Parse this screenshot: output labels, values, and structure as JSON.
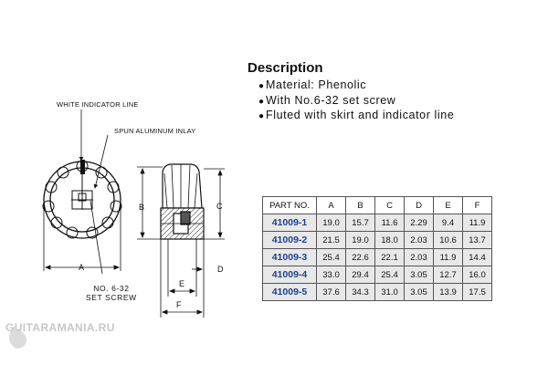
{
  "description": {
    "title": "Description",
    "items": [
      "Material: Phenolic",
      "With No.6-32 set screw",
      "Fluted with skirt and indicator line"
    ]
  },
  "drawing": {
    "white_indicator_line": "WHITE INDICATOR LINE",
    "spun_aluminum_inlay": "SPUN ALUMINUM INLAY",
    "set_screw_line1": "NO. 6-32",
    "set_screw_line2": "SET SCREW",
    "dims": {
      "a": "A",
      "b": "B",
      "c": "C",
      "d": "D",
      "e": "E",
      "f": "F"
    }
  },
  "table": {
    "headers": [
      "PART NO.",
      "A",
      "B",
      "C",
      "D",
      "E",
      "F"
    ],
    "rows": [
      {
        "part": "41009-1",
        "values": [
          "19.0",
          "15.7",
          "11.6",
          "2.29",
          "9.4",
          "11.9"
        ]
      },
      {
        "part": "41009-2",
        "values": [
          "21.5",
          "19.0",
          "18.0",
          "2.03",
          "10.6",
          "13.7"
        ]
      },
      {
        "part": "41009-3",
        "values": [
          "25.4",
          "22.6",
          "22.1",
          "2.03",
          "11.9",
          "14.4"
        ]
      },
      {
        "part": "41009-4",
        "values": [
          "33.0",
          "29.4",
          "25.4",
          "3.05",
          "12.7",
          "16.0"
        ]
      },
      {
        "part": "41009-5",
        "values": [
          "37.6",
          "34.3",
          "31.0",
          "3.05",
          "13.9",
          "17.5"
        ]
      }
    ]
  },
  "watermark": "GUITARAMANIA.RU",
  "colors": {
    "part_number": "#1d3f8f",
    "table_bg": "#e8e8e8",
    "watermark": "#c7c7c7"
  }
}
